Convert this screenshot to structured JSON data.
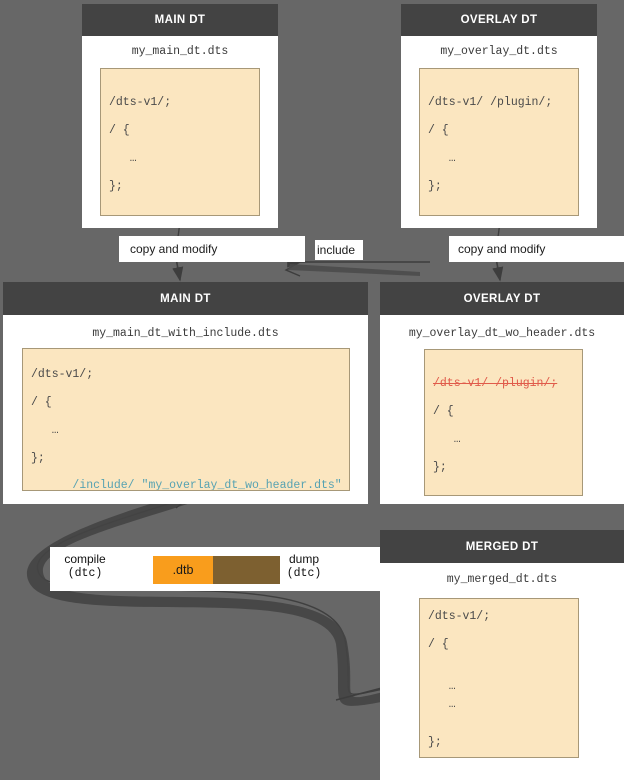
{
  "colors": {
    "background": "#676767",
    "panel_header": "#434343",
    "panel_body": "#ffffff",
    "code_bg": "#fbe6c0",
    "code_border": "#a79878",
    "code_text": "#4a4a4a",
    "strike_red": "#e05b4a",
    "include_teal": "#56a2b2",
    "dtb_orange": "#F99D1C",
    "dtb_tail_brown": "#7d6030",
    "arrow": "#3d3d3d"
  },
  "panels": {
    "main_dt_top": {
      "header": "MAIN DT",
      "file_name": "my_main_dt.dts",
      "code_lines": [
        "/dts-v1/;",
        "/ {",
        "   …",
        "};"
      ]
    },
    "overlay_dt_top": {
      "header": "OVERLAY DT",
      "file_name": "my_overlay_dt.dts",
      "code_lines": [
        "/dts-v1/ /plugin/;",
        "/ {",
        "   …",
        "};"
      ]
    },
    "main_dt_mid": {
      "header": "MAIN DT",
      "file_name": "my_main_dt_with_include.dts",
      "code_lines": [
        "/dts-v1/;",
        "/ {",
        "   …",
        "};"
      ],
      "include_line": "/include/ \"my_overlay_dt_wo_header.dts\"",
      "include_keyword": "/include/",
      "include_path": "\"my_overlay_dt_wo_header.dts\""
    },
    "overlay_dt_mid": {
      "header": "OVERLAY DT",
      "file_name": "my_overlay_dt_wo_header.dts",
      "struck_line": "/dts-v1/ /plugin/;",
      "code_lines": [
        "/ {",
        "   …",
        "};"
      ]
    },
    "merged_dt": {
      "header": "MERGED DT",
      "file_name": "my_merged_dt.dts",
      "code_lines": [
        "/dts-v1/;",
        "/ {",
        "   …",
        "   …",
        "};"
      ]
    }
  },
  "connectors": {
    "copy_modify_left": "copy and modify",
    "include": "include",
    "copy_modify_right": "copy and modify"
  },
  "process": {
    "compile_label": "compile",
    "compile_tool": "(dtc)",
    "dtb_label": ".dtb",
    "dump_label": "dump",
    "dump_tool": "(dtc)"
  }
}
